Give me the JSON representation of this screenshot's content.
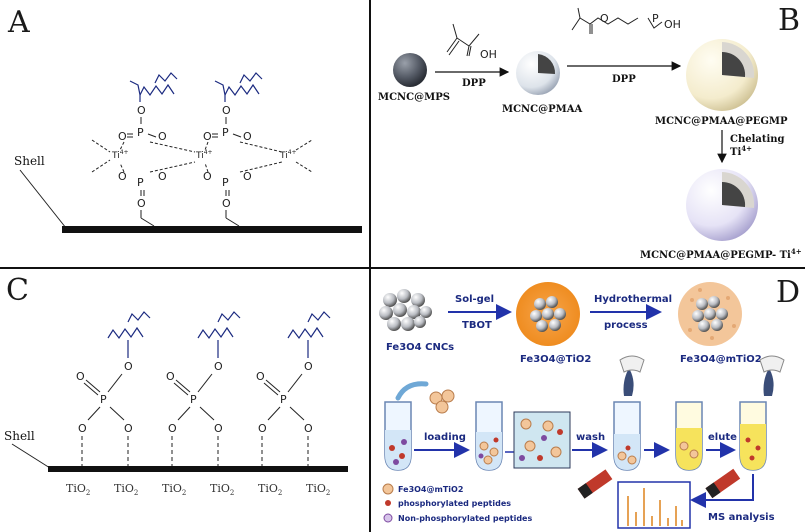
{
  "panels": {
    "A": {
      "letter": "A",
      "shell_label": "Shell",
      "ti_label": "Ti",
      "ti_charge": "4+",
      "P": "P",
      "O": "O"
    },
    "B": {
      "letter": "B",
      "mcnc_mps": "MCNC@MPS",
      "dpp1": "DPP",
      "mcnc_pmaa": "MCNC@PMAA",
      "dpp2": "DPP",
      "mcnc_pmaa_pegmp": "MCNC@PMAA@PEGMP",
      "chelating": "Chelating",
      "ti4": "Ti",
      "final": "MCNC@PMAA@PEGMP- Ti",
      "charge": "4+",
      "oh1": "OH",
      "o": "O",
      "oh2": "OH",
      "p": "P"
    },
    "C": {
      "letter": "C",
      "shell_label": "Shell",
      "tio2": [
        "TiO",
        "TiO",
        "TiO",
        "TiO",
        "TiO",
        "TiO"
      ],
      "sub": "2",
      "P": "P",
      "O": "O"
    },
    "D": {
      "letter": "D",
      "fe3o4_cncs": "Fe3O4 CNCs",
      "sol_gel": "Sol-gel",
      "tbot": "TBOT",
      "fe3o4_tio2": "Fe3O4@TiO2",
      "hydrothermal": "Hydrothermal",
      "process": "process",
      "fe3o4_mtio2": "Fe3O4@mTiO2",
      "loading": "loading",
      "wash": "wash",
      "elute": "elute",
      "ms_analysis": "MS analysis",
      "legend": [
        "Fe3O4@mTiO2",
        "phosphorylated peptides",
        "Non-phosphorylated peptides"
      ]
    }
  },
  "colors": {
    "blue_arrow": "#2233aa",
    "orange": "#f29a2e",
    "tan": "#f2c89a",
    "chain": "#1b2a80"
  }
}
